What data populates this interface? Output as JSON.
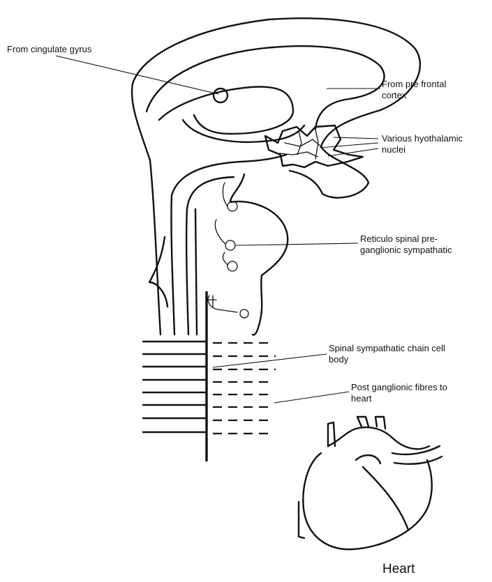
{
  "labels": {
    "cingulate": "From cingulate gyrus",
    "prefrontal_1": "From pre frontal",
    "prefrontal_2": "cortex",
    "hypothalamic_1": "Various hyothalamic",
    "hypothalamic_2": "nuclei",
    "reticulo_1": "Reticulo spinal pre-",
    "reticulo_2": "ganglionic sympathatic",
    "chain_1": "Spinal sympathatic chain cell",
    "chain_2": "body",
    "post_1": "Post ganglionic fibres to",
    "post_2": "heart",
    "heart": "Heart"
  }
}
